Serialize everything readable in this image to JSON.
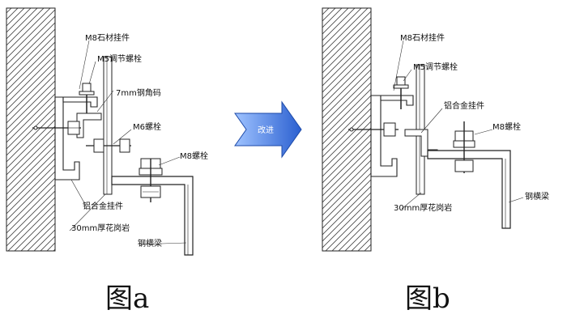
{
  "figure_a": {
    "caption": "图a",
    "labels": {
      "m8_stone_pin": "M8石材挂件",
      "m5_bolt": "M5调节螺栓",
      "angle_code": "7mm钢角码",
      "m6_bolt": "M6螺栓",
      "m8_bolt": "M8螺栓",
      "al_hanger": "铝合金挂件",
      "granite": "30mm厚花岗岩",
      "steel_beam": "钢横梁"
    }
  },
  "arrow": {
    "label": "改进",
    "color": "#3a6fd8"
  },
  "figure_b": {
    "caption": "图b",
    "labels": {
      "m8_stone_pin": "M8石材挂件",
      "m5_bolt": "M5调节螺栓",
      "al_hanger": "铝合金挂件",
      "m8_bolt": "M8螺栓",
      "granite": "30mm厚花岗岩",
      "steel_beam": "钢横梁"
    }
  }
}
